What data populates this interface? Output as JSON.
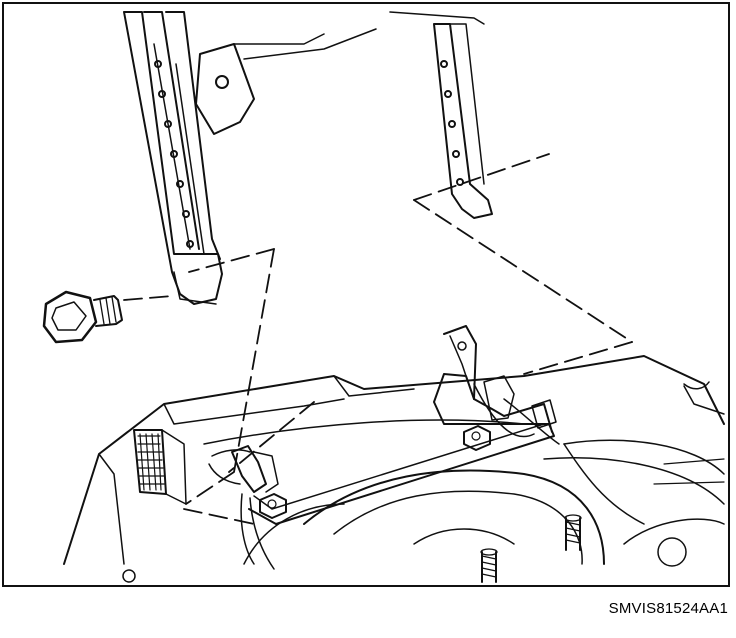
{
  "figure": {
    "code": "SMVIS81524AA1",
    "line_color": "#111111",
    "background_color": "#ffffff",
    "parts": [
      "seat-frame-bracket-left",
      "seat-frame-bracket-right",
      "bolt",
      "floor-panel",
      "seat-mounting-bracket",
      "nuts",
      "studs",
      "wiring-harness",
      "guide-lines"
    ]
  }
}
